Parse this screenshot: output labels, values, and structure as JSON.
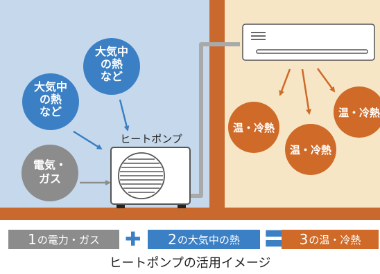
{
  "scene": {
    "bubbles_air_heat": [
      "大気中の熱など",
      "大気中の熱など"
    ],
    "bubble_electric_gas": "電気・ガス",
    "heat_pump_label": "ヒートポンプ",
    "warm_cool_bubbles": [
      "温・冷熱",
      "温・冷熱",
      "温・冷熱"
    ]
  },
  "equation": {
    "term1": {
      "number": "1",
      "text": "の電力・ガス"
    },
    "plus": "✚",
    "term2": {
      "number": "2",
      "text": "の大気中の熱"
    },
    "equals": "〓",
    "term3": {
      "number": "3",
      "text": "の温・冷熱"
    }
  },
  "caption": "ヒートポンプの活用イメージ",
  "colors": {
    "sky": "#c6d9ec",
    "room": "#f6e6c6",
    "wall": "#c9692e",
    "blue": "#3b7fc4",
    "gray": "#8c8c8c",
    "orange": "#cf6a28"
  }
}
